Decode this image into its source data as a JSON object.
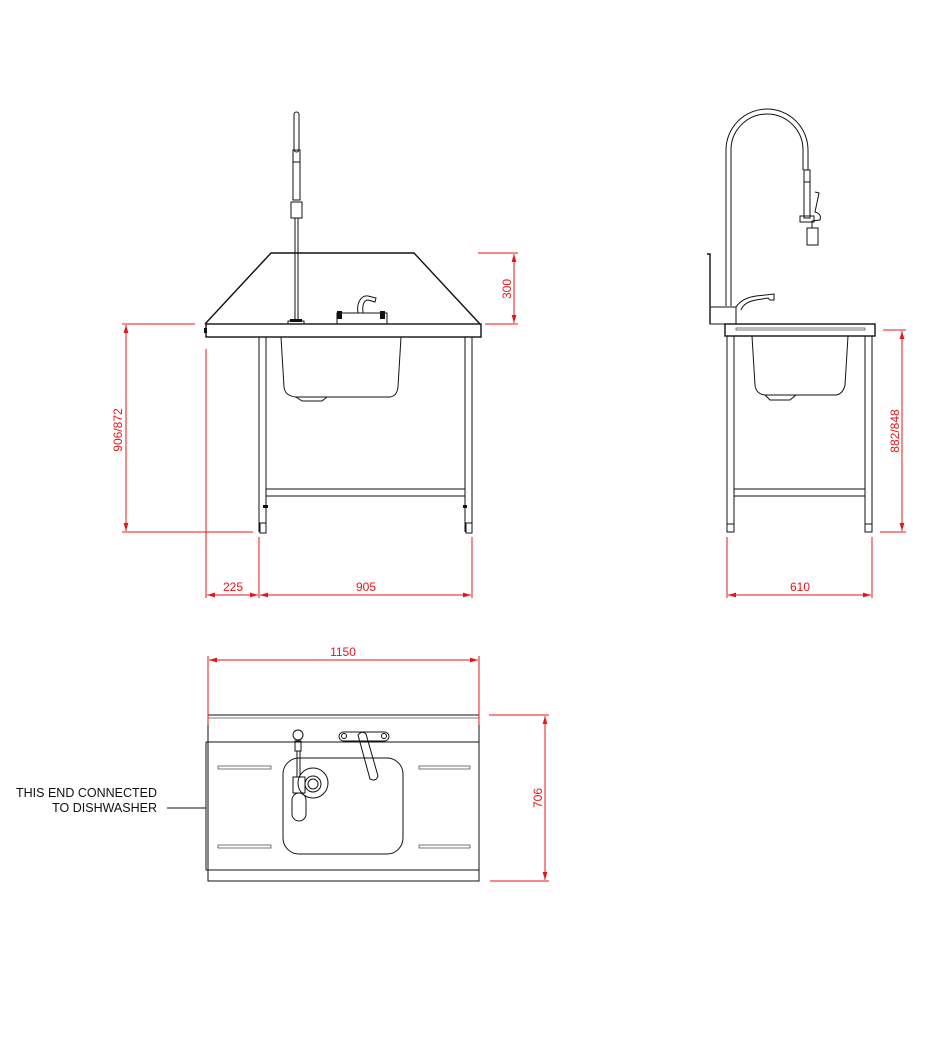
{
  "drawing": {
    "title": "Dishwasher inlet sink table - technical drawing",
    "colors": {
      "dimension": "#e8141a",
      "outline": "#111111",
      "background": "#ffffff"
    },
    "views": {
      "front": {
        "dimensions": {
          "splashback_height": "300",
          "overall_height": "906/872",
          "overhang": "225",
          "leg_span": "905"
        }
      },
      "side": {
        "dimensions": {
          "overall_height": "882/848",
          "depth": "610"
        }
      },
      "plan": {
        "dimensions": {
          "width": "1150",
          "depth": "706"
        },
        "note": {
          "line1": "THIS END CONNECTED",
          "line2": "TO DISHWASHER"
        }
      }
    }
  }
}
